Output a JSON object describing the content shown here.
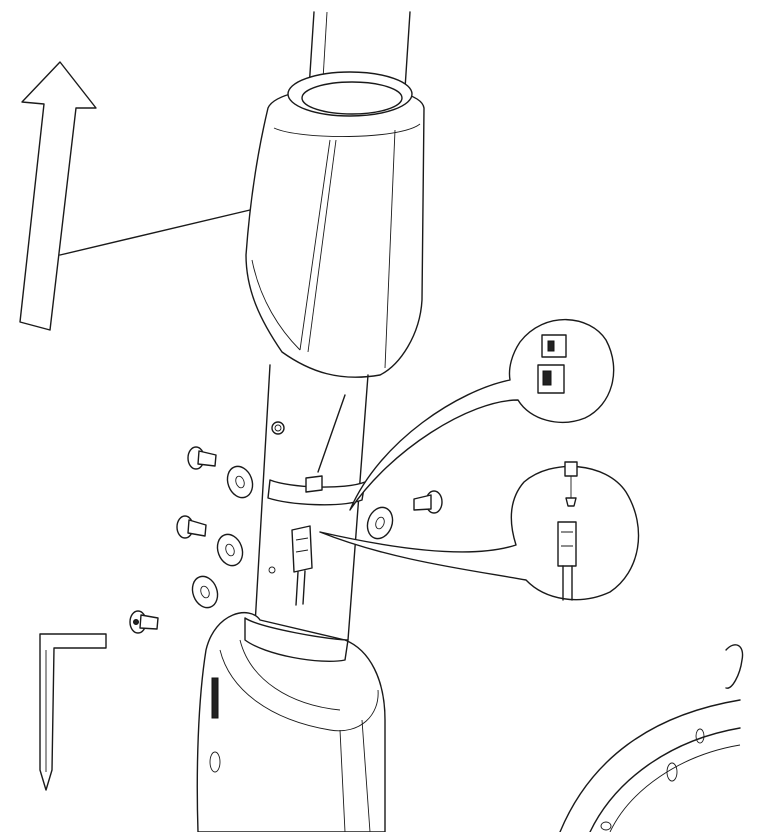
{
  "figure": {
    "kind": "assembly-instruction-line-drawing",
    "colors": {
      "line": "#1a1a1a",
      "background": "#ffffff"
    },
    "icons": [
      "direction-arrow-icon",
      "upright-post",
      "shroud-cover",
      "cable-connector-callout",
      "sensor-plug-callout",
      "bolt-icon",
      "washer-icon",
      "allen-key-icon",
      "base-housing",
      "wheel-housing"
    ]
  }
}
